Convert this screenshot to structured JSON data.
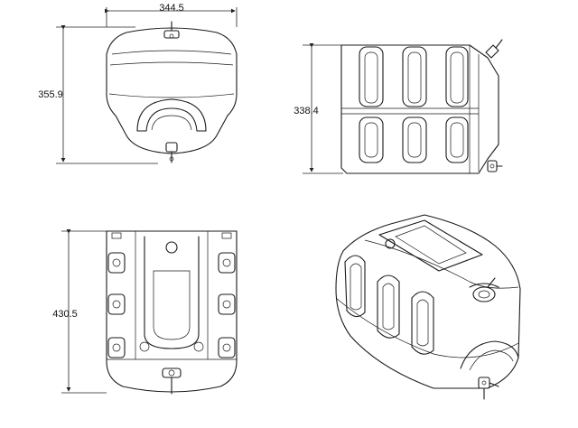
{
  "drawing": {
    "dimensions": {
      "front_width": "344.5",
      "front_height": "355.9",
      "side_height": "338.4",
      "top_depth": "430.5"
    }
  }
}
